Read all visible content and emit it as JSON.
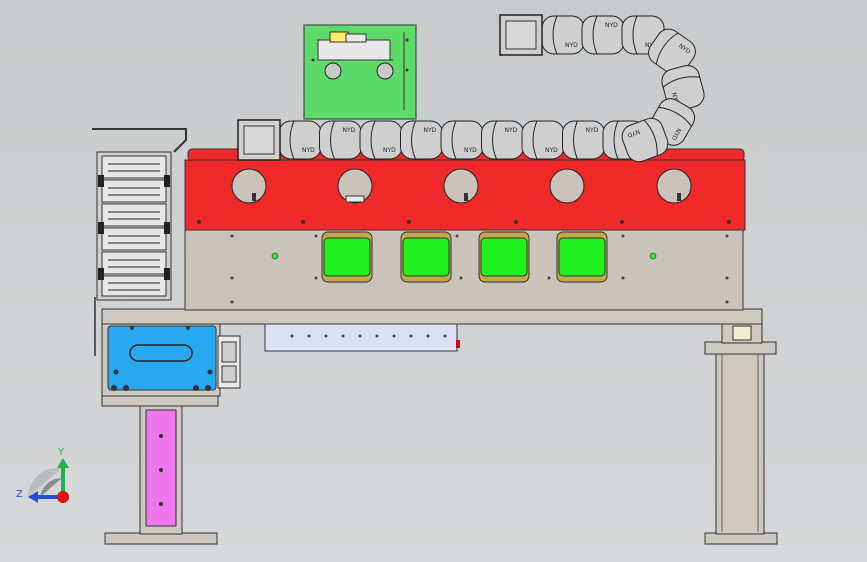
{
  "viewport": {
    "background": "#d2d4d5"
  },
  "triad": {
    "y_label": "Y",
    "z_label": "Z",
    "y_color": "#22b14c",
    "z_color": "#2050d8",
    "origin_color": "#e01010"
  },
  "model": {
    "colors": {
      "red_beam": "#f02a2a",
      "green_plate": "#5ddb6a",
      "green_window": "#1ff11f",
      "blue_block": "#27a8f0",
      "magenta_slot": "#ee77ee",
      "frame_gray": "#c9c3bb",
      "chain_gray": "#cfcfd0",
      "light_plate": "#dde0f2"
    },
    "chain_tag": "NYD"
  }
}
